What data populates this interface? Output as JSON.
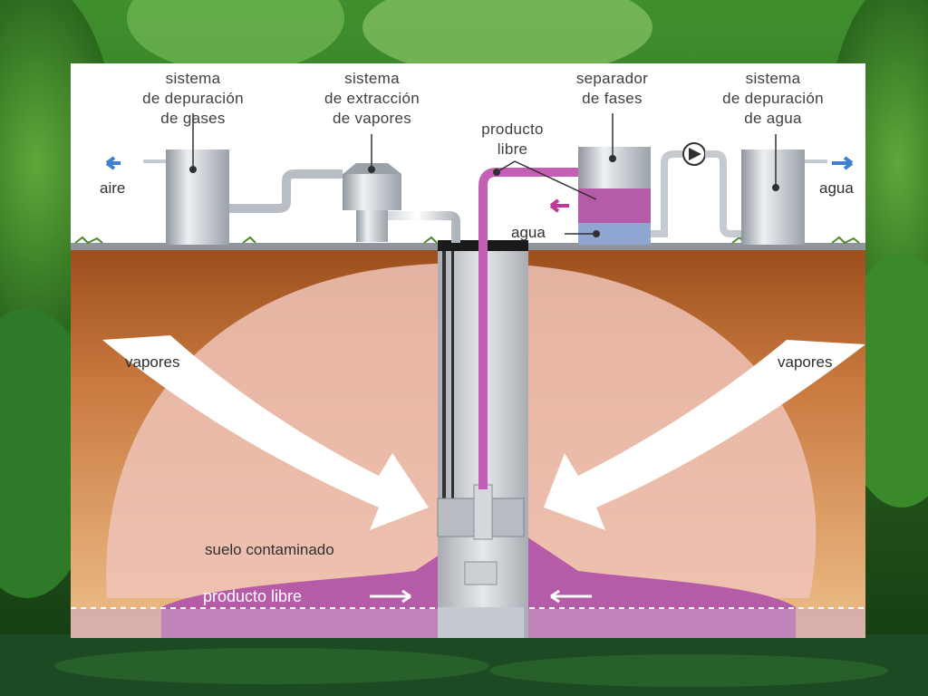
{
  "labels": {
    "gas_system": [
      "sistema",
      "de depuración",
      "de gases"
    ],
    "vapor_extraction": [
      "sistema",
      "de extracción",
      "de vapores"
    ],
    "phase_separator": [
      "separador",
      "de fases"
    ],
    "water_system": [
      "sistema",
      "de depuración",
      "de agua"
    ],
    "free_product_top": [
      "producto",
      "libre"
    ],
    "aire": "aire",
    "agua_out": "agua",
    "agua_separator": "agua",
    "vapores_left": "vapores",
    "vapores_right": "vapores",
    "contaminated_soil": "suelo contaminado",
    "free_product_bottom": "producto libre"
  },
  "colors": {
    "soil_top": "#a0521e",
    "soil_mid": "#d9925c",
    "plume": "#e8b3a8",
    "free_product": "#b55ba8",
    "water_blue": "#8fa6d2",
    "flow_arrow_blue": "#3f7fd0",
    "flow_arrow_magenta": "#c0399a",
    "tank_gray": "#b8bec6"
  },
  "icons": [
    "pump-icon",
    "flow-arrow-icon"
  ]
}
